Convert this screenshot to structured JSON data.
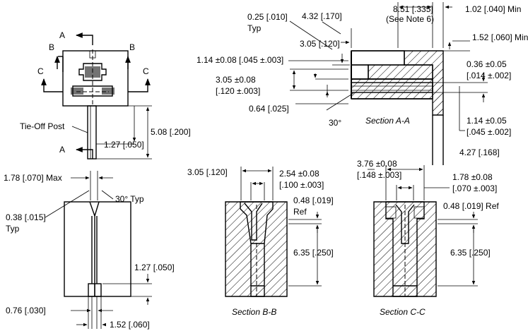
{
  "top_view": {
    "section_labels": {
      "a_top": "A",
      "a_bottom": "A",
      "b_left": "B",
      "b_right": "B",
      "c_left": "C",
      "c_right": "C"
    },
    "tie_off_post": "Tie-Off Post",
    "dim_height": "5.08 [.200]",
    "dim_post": "1.27 [.050]"
  },
  "section_aa": {
    "caption": "Section A-A",
    "d_width": "8.51 [.335]",
    "d_note": "(See Note 6)",
    "d_min_1": "1.02 [.040] Min",
    "d_min_2": "1.52 [.060] Min",
    "d_010": "0.25 [.010]",
    "d_typ": "Typ",
    "d_170": "4.32 [.170]",
    "d_120a": "3.05 [.120]",
    "d_045a": "1.14 ±0.08 [.045 ±.003]",
    "d_120b_1": "3.05 ±0.08",
    "d_120b_2": "[.120 ±.003]",
    "d_025": "0.64 [.025]",
    "d_angle": "30°",
    "d_014_1": "0.36 ±0.05",
    "d_014_2": "[.014 ±.002]",
    "d_045b_1": "1.14 ±0.05",
    "d_045b_2": "[.045 ±.002]"
  },
  "front_view": {
    "d_max": "1.78 [.070] Max",
    "d_angle": "30° Typ",
    "d_015": "0.38 [.015]",
    "d_typ": "Typ",
    "d_050": "1.27 [.050]",
    "d_030": "0.76 [.030]",
    "d_060": "1.52 [.060]"
  },
  "section_bb": {
    "caption": "Section B-B",
    "d_120": "3.05 [.120]",
    "d_100_1": "2.54 ±0.08",
    "d_100_2": "[.100 ±.003]",
    "d_019": "0.48 [.019]",
    "d_ref": "Ref",
    "d_250": "6.35 [.250]"
  },
  "section_cc": {
    "caption": "Section C-C",
    "d_148_1": "3.76 ±0.08",
    "d_148_2": "[.148 ±.003]",
    "d_168": "4.27 [.168]",
    "d_070_1": "1.78 ±0.08",
    "d_070_2": "[.070 ±.003]",
    "d_019": "0.48 [.019] Ref",
    "d_250": "6.35 [.250]"
  }
}
